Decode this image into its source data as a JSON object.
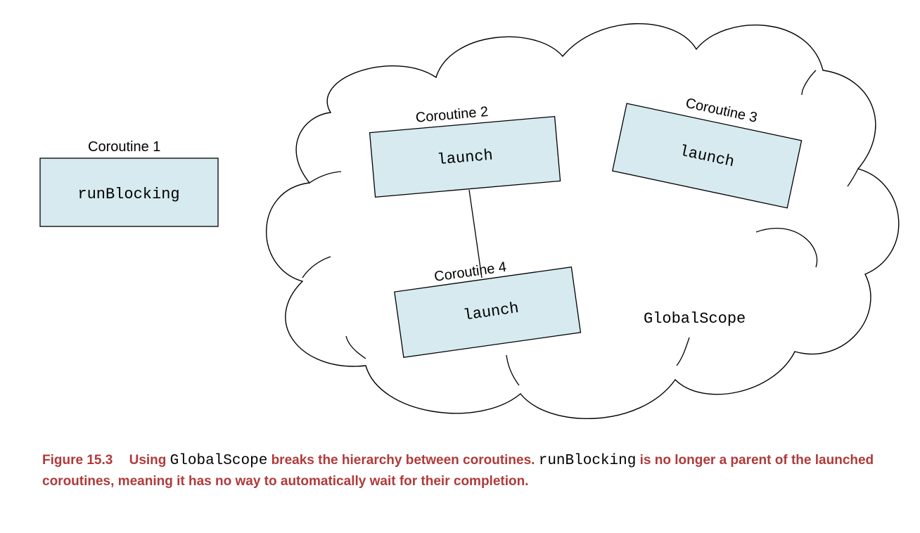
{
  "diagram": {
    "coroutine1": {
      "label": "Coroutine 1",
      "code": "runBlocking"
    },
    "coroutine2": {
      "label": "Coroutine 2",
      "code": "launch"
    },
    "coroutine3": {
      "label": "Coroutine 3",
      "code": "launch"
    },
    "coroutine4": {
      "label": "Coroutine 4",
      "code": "launch"
    },
    "scope_label": "GlobalScope",
    "box_fill": "#d6eaf0"
  },
  "caption": {
    "figure_number": "Figure 15.3",
    "text_part1": "Using",
    "code1": "GlobalScope",
    "text_part2": "breaks the hierarchy between coroutines.",
    "code2": "runBlocking",
    "text_part3": "is no longer a parent of the launched coroutines, meaning it has no way to automatically wait for their completion.",
    "color": "#b03a3a"
  }
}
